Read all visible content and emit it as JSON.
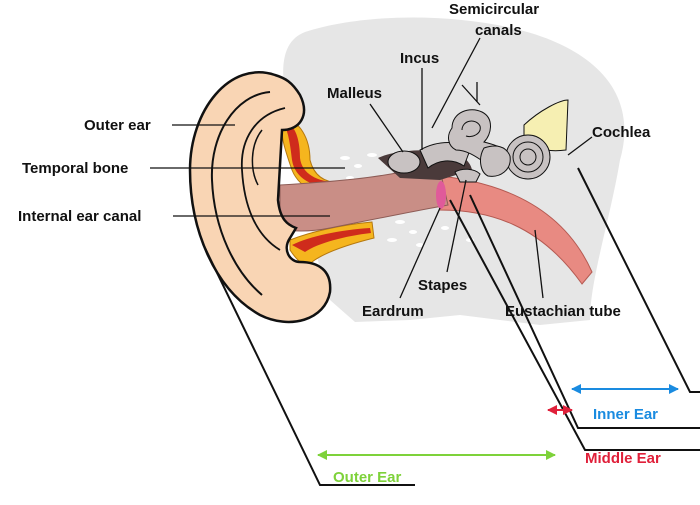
{
  "labels": {
    "outer_ear": "Outer ear",
    "temporal_bone": "Temporal bone",
    "internal_ear_canal": "Internal ear canal",
    "malleus": "Malleus",
    "incus": "Incus",
    "semicircular_1": "Semicircular",
    "semicircular_2": "canals",
    "cochlea": "Cochlea",
    "stapes": "Stapes",
    "eardrum": "Eardrum",
    "eustachian_tube": "Eustachian tube"
  },
  "sections": {
    "inner_ear": {
      "label": "Inner Ear",
      "color": "#1a8be0"
    },
    "middle_ear": {
      "label": "Middle Ear",
      "color": "#e0203a"
    },
    "outer_ear": {
      "label": "Outer Ear",
      "color": "#7ed23a"
    }
  },
  "colors": {
    "skull": "#e6e6e6",
    "skin": "#f9d5b4",
    "skin_outline": "#111111",
    "canal": "#c98e86",
    "tube": "#e88a82",
    "fat": "#f5b51e",
    "tissue_red": "#cf2b1c",
    "bone_gray": "#c8c2c2",
    "cochlea_yellow": "#f6efb2"
  }
}
